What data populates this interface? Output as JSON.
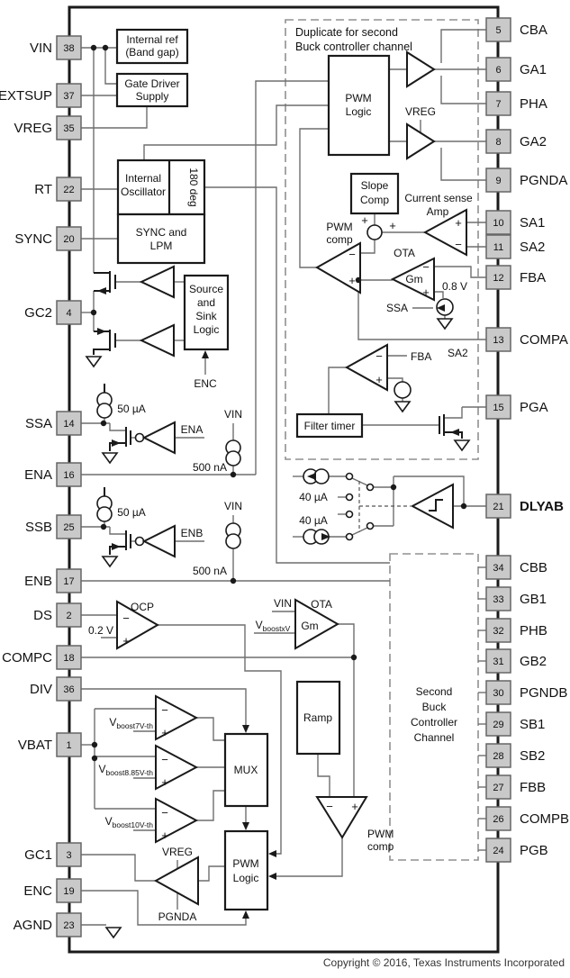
{
  "diagram": {
    "pins": {
      "left": [
        {
          "num": "38",
          "label": "VIN"
        },
        {
          "num": "37",
          "label": "EXTSUP"
        },
        {
          "num": "35",
          "label": "VREG"
        },
        {
          "num": "22",
          "label": "RT"
        },
        {
          "num": "20",
          "label": "SYNC"
        },
        {
          "num": "4",
          "label": "GC2"
        },
        {
          "num": "14",
          "label": "SSA"
        },
        {
          "num": "16",
          "label": "ENA"
        },
        {
          "num": "25",
          "label": "SSB"
        },
        {
          "num": "17",
          "label": "ENB"
        },
        {
          "num": "2",
          "label": "DS"
        },
        {
          "num": "18",
          "label": "COMPC"
        },
        {
          "num": "36",
          "label": "DIV"
        },
        {
          "num": "1",
          "label": "VBAT"
        },
        {
          "num": "3",
          "label": "GC1"
        },
        {
          "num": "19",
          "label": "ENC"
        },
        {
          "num": "23",
          "label": "AGND"
        }
      ],
      "right": [
        {
          "num": "5",
          "label": "CBA"
        },
        {
          "num": "6",
          "label": "GA1"
        },
        {
          "num": "7",
          "label": "PHA"
        },
        {
          "num": "8",
          "label": "GA2"
        },
        {
          "num": "9",
          "label": "PGNDA"
        },
        {
          "num": "10",
          "label": "SA1"
        },
        {
          "num": "11",
          "label": "SA2"
        },
        {
          "num": "12",
          "label": "FBA"
        },
        {
          "num": "13",
          "label": "COMPA"
        },
        {
          "num": "15",
          "label": "PGA"
        },
        {
          "num": "21",
          "label": "DLYAB",
          "bold": true
        },
        {
          "num": "34",
          "label": "CBB"
        },
        {
          "num": "33",
          "label": "GB1"
        },
        {
          "num": "32",
          "label": "PHB"
        },
        {
          "num": "31",
          "label": "GB2"
        },
        {
          "num": "30",
          "label": "PGNDB"
        },
        {
          "num": "29",
          "label": "SB1"
        },
        {
          "num": "28",
          "label": "SB2"
        },
        {
          "num": "27",
          "label": "FBB"
        },
        {
          "num": "26",
          "label": "COMPB"
        },
        {
          "num": "24",
          "label": "PGB"
        }
      ]
    },
    "blocks": {
      "internal_ref": [
        "Internal ref",
        "(Band gap)"
      ],
      "gate_driver_supply": [
        "Gate Driver",
        "Supply"
      ],
      "internal_oscillator": [
        "Internal",
        "Oscillator"
      ],
      "deg_180": "180 deg",
      "sync_lpm": [
        "SYNC and",
        "LPM"
      ],
      "source_sink_logic": [
        "Source",
        "and",
        "Sink",
        "Logic"
      ],
      "pwm_logic": [
        "PWM",
        "Logic"
      ],
      "slope_comp": [
        "Slope",
        "Comp"
      ],
      "filter_timer": "Filter timer",
      "ramp": "Ramp",
      "mux": "MUX",
      "second_buck": [
        "Second",
        "Buck",
        "Controller",
        "Channel"
      ]
    },
    "notes": {
      "duplicate": [
        "Duplicate for second",
        "Buck controller channel"
      ]
    },
    "net_labels": {
      "vreg": "VREG",
      "pgnda": "PGNDA",
      "vin": "VIN",
      "ena": "ENA",
      "enb": "ENB",
      "enc": "ENC",
      "ssa": "SSA",
      "fba": "FBA",
      "sa2": "SA2",
      "ota": "OTA",
      "gm": "Gm",
      "ocp": "OCP",
      "current_sense": [
        "Current sense",
        "Amp"
      ],
      "pwm_comp": [
        "PWM",
        "comp"
      ]
    },
    "values": {
      "i50": "50 µA",
      "i40": "40 µA",
      "i500n": "500 nA",
      "v08": "0.8 V",
      "v02": "0.2 V",
      "vboostxv": {
        "main": "V",
        "sub": "boostxV"
      },
      "vb7": {
        "main": "V",
        "sub": "boost7V-th"
      },
      "vb885": {
        "main": "V",
        "sub": "boost8.85V-th"
      },
      "vb10": {
        "main": "V",
        "sub": "boost10V-th"
      }
    },
    "signs": {
      "plus": "+",
      "minus": "−"
    },
    "footer": {
      "copyright": "Copyright © 2016, Texas Instruments Incorporated"
    },
    "colors": {
      "wire": "#6e6e6e",
      "outline": "#1a1a1a",
      "dashed_box": "#909090",
      "pin_fill": "#c9c9c9",
      "pin_border": "#666666",
      "background": "#ffffff"
    }
  }
}
